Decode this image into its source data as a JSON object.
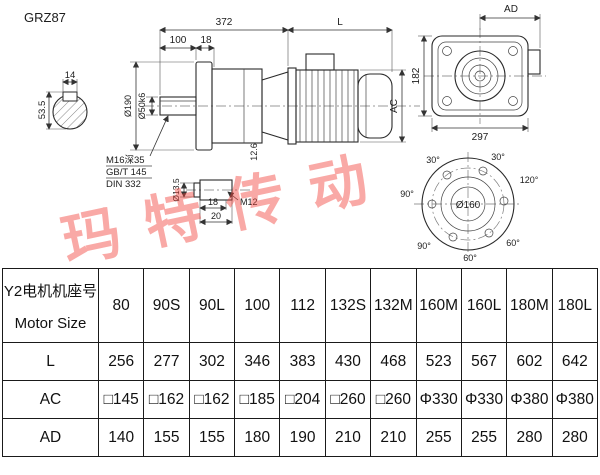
{
  "title": "GRZ87",
  "watermark": {
    "text": "玛特传动"
  },
  "drawing": {
    "shaft_section": {
      "dim_width": "14",
      "dim_height": "53.5"
    },
    "side_view": {
      "dim_372": "372",
      "dim_L": "L",
      "dim_100": "100",
      "dim_18": "18",
      "dia_190": "Ø190",
      "dia_50": "Ø50k6",
      "dim_12_6": "12.6",
      "dim_AC": "AC",
      "note_tap": "M16深35",
      "note_gbt": "GB/T 145",
      "note_din": "DIN 332"
    },
    "rear_view": {
      "dim_AD": "AD",
      "dim_182": "182",
      "dim_297": "297"
    },
    "shaft_end_detail": {
      "dia_13_5": "Ø13.5",
      "dim_18": "18",
      "dim_20": "20",
      "thread": "M12"
    },
    "flange_view": {
      "dia_160": "Ø160",
      "ang_30_left": "30°",
      "ang_30_right": "30°",
      "ang_120": "120°",
      "ang_90_left": "90°",
      "ang_90_bottom": "90°",
      "ang_60_bottom": "60°",
      "ang_60_right": "60°"
    }
  },
  "table": {
    "header": {
      "line1": "Y2电机机座号",
      "line2": "Motor Size"
    },
    "columns": [
      "80",
      "90S",
      "90L",
      "100",
      "112",
      "132S",
      "132M",
      "160M",
      "160L",
      "180M",
      "180L"
    ],
    "rows": [
      {
        "label": "L",
        "values": [
          "256",
          "277",
          "302",
          "346",
          "383",
          "430",
          "468",
          "523",
          "567",
          "602",
          "642"
        ]
      },
      {
        "label": "AC",
        "values": [
          "□145",
          "□162",
          "□162",
          "□185",
          "□204",
          "□260",
          "□260",
          "Φ330",
          "Φ330",
          "Φ380",
          "Φ380"
        ]
      },
      {
        "label": "AD",
        "values": [
          "140",
          "155",
          "155",
          "180",
          "190",
          "210",
          "210",
          "255",
          "255",
          "280",
          "280"
        ]
      }
    ]
  }
}
